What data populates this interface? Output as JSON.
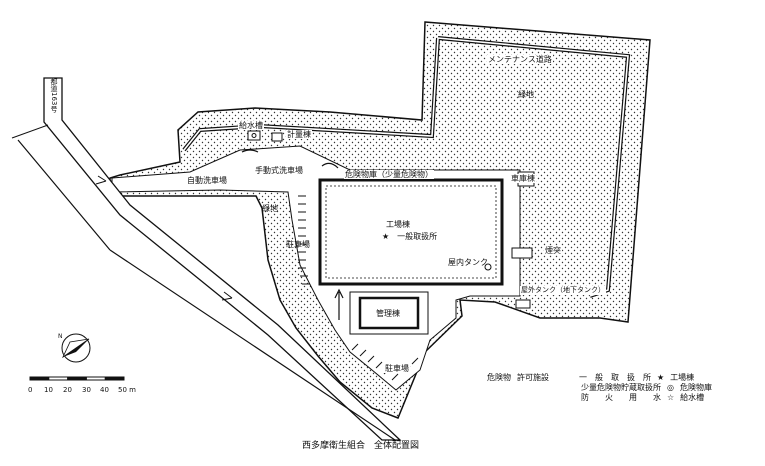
{
  "map": {
    "road_label": "都道163号",
    "labels": {
      "maintenance_road": "メンテナンス道路",
      "green_top": "緑地",
      "water_tower": "給水槽",
      "weigh_building": "計量棟",
      "auto_wash": "自動洗車場",
      "manual_wash": "手動式洗車場",
      "hazmat_storage": "危険物庫（少量危険物）",
      "garage": "車庫棟",
      "green_left": "緑地",
      "parking_left": "駐車場",
      "factory": "工場棟",
      "general_handling": "★　一般取扱所",
      "indoor_tank": "屋内タンク",
      "chimney": "煙突",
      "outdoor_tank": "屋外タンク（地下タンク）",
      "admin_building": "管理棟",
      "parking_bottom": "駐車場"
    },
    "scale": {
      "ticks": [
        "0",
        "10",
        "20",
        "30",
        "40",
        "50 m"
      ],
      "north": "N"
    },
    "legend": {
      "heading_1": "危険物",
      "heading_2": "許可施設",
      "rows": [
        {
          "name": "一　般　取　扱　所",
          "symbol": "★",
          "desc": "工場棟"
        },
        {
          "name": "少量危険物貯蔵取扱所",
          "symbol": "◎",
          "desc": "危険物庫"
        },
        {
          "name": "防　　火　　用　　水",
          "symbol": "☆",
          "desc": "給水槽"
        }
      ]
    },
    "caption": "西多摩衛生組合　全体配置図"
  }
}
